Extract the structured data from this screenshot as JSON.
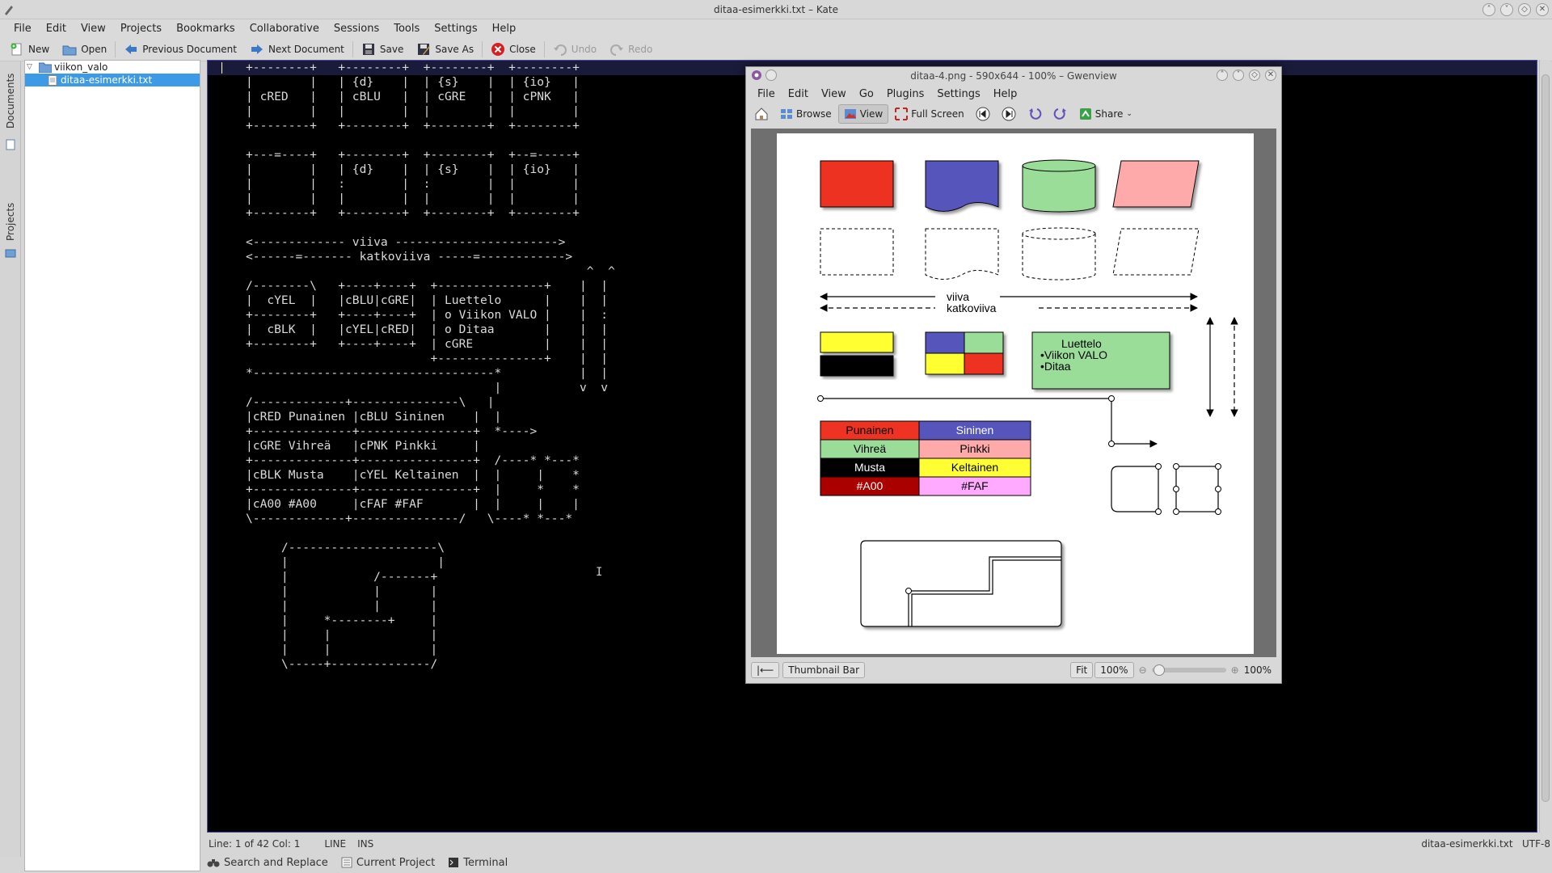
{
  "window": {
    "title": "ditaa-esimerkki.txt – Kate"
  },
  "menubar": [
    "File",
    "Edit",
    "View",
    "Projects",
    "Bookmarks",
    "Collaborative",
    "Sessions",
    "Tools",
    "Settings",
    "Help"
  ],
  "toolbar": {
    "new": "New",
    "open": "Open",
    "previous": "Previous Document",
    "next": "Next Document",
    "save": "Save",
    "save_as": "Save As",
    "close": "Close",
    "undo": "Undo",
    "redo": "Redo"
  },
  "side_tabs": {
    "documents": "Documents",
    "projects": "Projects"
  },
  "filetree": {
    "folder": "viikon_valo",
    "file": "ditaa-esimerkki.txt"
  },
  "editor": {
    "lines": [
      "+--------+   +--------+  +--------+  +--------+",
      "|        |   | {d}    |  | {s}    |  | {io}   |",
      "| cRED   |   | cBLU   |  | cGRE   |  | cPNK   |",
      "|        |   |        |  |        |  |        |",
      "+--------+   +--------+  +--------+  +--------+",
      "",
      "+---=----+   +--------+  +--------+  +--=-----+",
      "|        |   | {d}    |  | {s}    |  | {io}   |",
      "|        |   :        |  :        |  |        |",
      "|        |   |        |  |        |  |        |",
      "+--------+   +--------+  +--------+  +--------+",
      "",
      "<------------- viiva ----------------------->",
      "<------=------- katkoviiva -----=------------>",
      "                                                ^  ^",
      "/--------\\   +----+----+  +---------------+    |  |",
      "|  cYEL  |   |cBLU|cGRE|  | Luettelo      |    |  |",
      "+--------+   +----+----+  | o Viikon VALO |    |  :",
      "|  cBLK  |   |cYEL|cRED|  | o Ditaa       |    |  |",
      "+--------+   +----+----+  | cGRE          |    |  |",
      "                          +---------------+    |  |",
      "*----------------------------------*           |  |",
      "                                   |           v  v",
      "/-------------+---------------\\   |",
      "|cRED Punainen |cBLU Sininen    |  |",
      "+--------------+----------------+  *---->",
      "|cGRE Vihreä   |cPNK Pinkki     |",
      "+--------------+----------------+  /----* *---*",
      "|cBLK Musta    |cYEL Keltainen  |  |     |    *",
      "+--------------+----------------+  |     *    *",
      "|cA00 #A00     |cFAF #FAF       |  |     |    |",
      "\\-------------+---------------/   \\----* *---*",
      "",
      "     /---------------------\\",
      "     |                     |",
      "     |            /-------+",
      "     |            |       |",
      "     |            |       |",
      "     |     *--------+     |",
      "     |     |              |",
      "     |     |              |",
      "     \\-----+--------------/"
    ]
  },
  "statusbar": {
    "position": "Line: 1 of 42 Col: 1",
    "mode": "LINE",
    "ins": "INS",
    "filename": "ditaa-esimerkki.txt",
    "encoding": "UTF-8"
  },
  "bottom_tabs": {
    "search": "Search and Replace",
    "project": "Current Project",
    "terminal": "Terminal"
  },
  "gwenview": {
    "title": "ditaa-4.png - 590x644 - 100% – Gwenview",
    "menu": [
      "File",
      "Edit",
      "View",
      "Go",
      "Plugins",
      "Settings",
      "Help"
    ],
    "toolbar": {
      "browse": "Browse",
      "view": "View",
      "fullscreen": "Full Screen",
      "share": "Share"
    },
    "status": {
      "thumbnail_bar": "Thumbnail Bar",
      "fit": "Fit",
      "zoom_btn": "100%",
      "zoom_value": "100%"
    },
    "diagram": {
      "viiva": "viiva",
      "katkoviiva": "katkoviiva",
      "list_title": "Luettelo",
      "list_items": [
        "•Viikon VALO",
        "•Ditaa"
      ],
      "table": [
        [
          "Punainen",
          "Sininen"
        ],
        [
          "Vihreä",
          "Pinkki"
        ],
        [
          "Musta",
          "Keltainen"
        ],
        [
          "#A00",
          "#FAF"
        ]
      ],
      "colors": {
        "red": "#ee3322",
        "blue": "#5555bb",
        "green": "#99dd99",
        "pink": "#ffaaaa",
        "yellow": "#ffff33",
        "black": "#000000",
        "darkred": "#aa0000",
        "lightpink": "#ffaaff"
      }
    }
  }
}
